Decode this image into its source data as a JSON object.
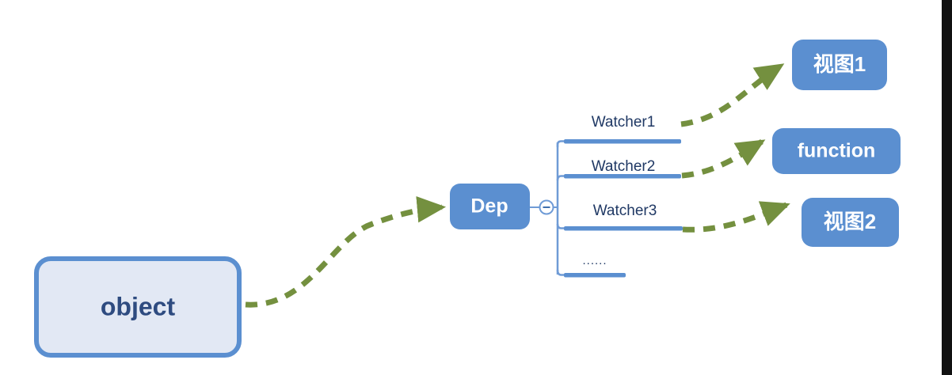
{
  "diagram": {
    "title": "Vue Dep / Watcher dependency diagram",
    "colors": {
      "node_blue_fill": "#5b8fd0",
      "node_blue_text": "#ffffff",
      "object_fill": "#e2e8f4",
      "object_border": "#5b8fd0",
      "object_text": "#2e4b80",
      "branch_blue": "#6f9bd6",
      "underline_blue": "#5b8fd0",
      "arrow_green": "#74903f",
      "watcher_text": "#1f3864",
      "edge_strip": "#111111"
    },
    "source_node": {
      "label": "object",
      "style": "outlined-rounded-rect"
    },
    "dep_node": {
      "label": "Dep",
      "style": "filled-rounded-rect",
      "toggle": {
        "name": "collapse-toggle",
        "state": "expanded",
        "glyph": "minus"
      }
    },
    "watchers": [
      {
        "label": "Watcher1",
        "underline_width": 148
      },
      {
        "label": "Watcher2",
        "underline_width": 148
      },
      {
        "label": "Watcher3",
        "underline_width": 150
      },
      {
        "label": "......",
        "underline_width": 78
      }
    ],
    "targets": [
      {
        "label": "视图1",
        "from": "Watcher1"
      },
      {
        "label": "function",
        "from": "Watcher2"
      },
      {
        "label": "视图2",
        "from": "Watcher3"
      }
    ],
    "connectors": [
      {
        "name": "object-to-dep",
        "style": "dashed-curve-arrow"
      },
      {
        "name": "watcher1-to-view1",
        "style": "dashed-curve-arrow"
      },
      {
        "name": "watcher2-to-function",
        "style": "dashed-curve-arrow"
      },
      {
        "name": "watcher3-to-view2",
        "style": "dashed-curve-arrow"
      }
    ]
  }
}
